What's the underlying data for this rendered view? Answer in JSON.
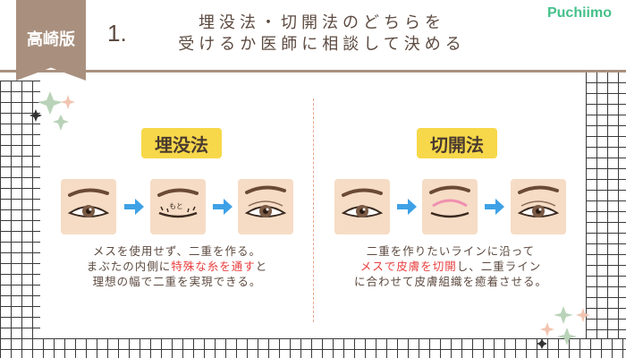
{
  "header": {
    "region_tag": "高崎版",
    "step_number": "1.",
    "title_line1": "埋没法・切開法のどちらを",
    "title_line2": "受けるか医師に相談して決める",
    "brand": "Puchiimo"
  },
  "left_method": {
    "label": "埋没法",
    "desc_line1": "メスを使用せず、二重を作る。",
    "desc_line2_pre": "まぶたの内側に",
    "desc_line2_highlight": "特殊な糸を通す",
    "desc_line2_post": "と",
    "desc_line3": "理想の幅で二重を実現できる。"
  },
  "right_method": {
    "label": "切開法",
    "desc_line1": "二重を作りたいラインに沿って",
    "desc_line2_highlight": "メスで皮膚を切開",
    "desc_line2_post": "し、二重ライン",
    "desc_line3": "に合わせて皮膚組織を癒着させる。"
  },
  "colors": {
    "accent_brown": "#a9907e",
    "label_yellow": "#f7d84a",
    "highlight_red": "#e83f3f",
    "arrow_blue": "#3ea1e6",
    "brand_green": "#45c08a",
    "skin": "#f6dcc5"
  },
  "icons": [
    "eye-before-icon",
    "eye-stitch-icon",
    "eye-after-icon",
    "eye-incision-icon",
    "arrow-right-icon",
    "sparkle-icon"
  ]
}
